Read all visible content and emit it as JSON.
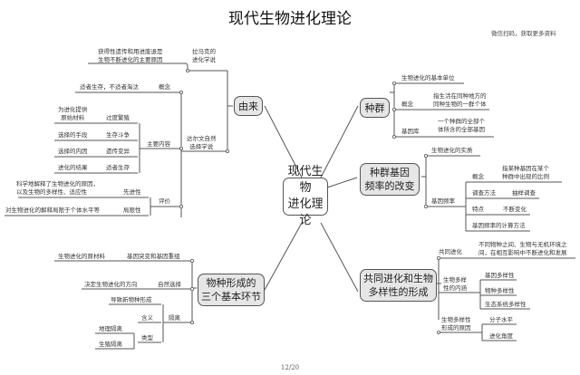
{
  "title": "现代生物进化理论",
  "note": "微信扫码，获取更多资料",
  "page_number": "12/20",
  "center": {
    "line1": "现代生物",
    "line2": "进化理论"
  },
  "origin": {
    "label": "由来",
    "lamarck": {
      "label1": "拉马克的",
      "label2": "进化学说",
      "desc1": "获得性遗传和用进废退是",
      "desc2": "生物不断进化的主要原因"
    },
    "darwin": {
      "label1": "达尔文自然",
      "label2": "选择学说",
      "concept": {
        "label": "概念",
        "desc": "适者生存，不适者淘汰"
      },
      "main_content": {
        "label": "主要内容",
        "items": [
          {
            "label": "过度繁殖",
            "desc1": "为进化提供",
            "desc2": "原始材料"
          },
          {
            "label": "生存斗争",
            "desc1": "选择的手段",
            "desc2": ""
          },
          {
            "label": "遗传变异",
            "desc1": "选择的内因",
            "desc2": ""
          },
          {
            "label": "适者生存",
            "desc1": "进化的结果",
            "desc2": ""
          }
        ]
      },
      "evaluation": {
        "label": "评价",
        "progressive": {
          "label": "先进性",
          "desc1": "科学地解释了生物进化的原因，",
          "desc2": "以及生物的多样性、适应性"
        },
        "limitation": {
          "label": "局限性",
          "desc": "对生物进化的解释局限于个体水平等"
        }
      }
    }
  },
  "population": {
    "label": "种群",
    "unit": "生物进化的基本单位",
    "concept": {
      "label": "概念",
      "desc1": "指生活在同种地方的",
      "desc2": "同种生物的一群个体"
    },
    "gene_pool": {
      "label": "基因库",
      "desc1": "一个种群的全部个",
      "desc2": "体所含的全部基因"
    }
  },
  "gene_freq": {
    "line1": "种群基因",
    "line2": "频率的改变",
    "essence": "生物进化的实质",
    "freq": {
      "label": "基因频率",
      "concept": {
        "label": "概念",
        "desc1": "指某种基因在某个",
        "desc2": "种群中出现的比例"
      },
      "survey": {
        "label": "调查方法",
        "desc": "抽样调查"
      },
      "feature": {
        "label": "特点",
        "desc": "不断变化"
      },
      "calc": "基因频率的计算方法"
    }
  },
  "speciation": {
    "line1": "物种形成的",
    "line2": "三个基本环节",
    "mutation": {
      "label": "基因突变和基因重组",
      "desc": "生物进化的原材料"
    },
    "selection": {
      "label": "自然选择",
      "desc": "决定生物进化的方向"
    },
    "isolation": {
      "label": "隔离",
      "result": "导致新物种形成",
      "meaning": "含义",
      "types": {
        "label": "类型",
        "items": [
          "地理隔离",
          "生殖隔离"
        ]
      }
    }
  },
  "coevolution": {
    "line1": "共同进化和生物",
    "line2": "多样性的形成",
    "co": {
      "label": "共同进化",
      "desc1": "不同物种之间、生物与无机环境之",
      "desc2": "间，在相互影响中不断进化和发展"
    },
    "diversity": {
      "label1": "生物多样",
      "label2": "性的内涵",
      "items": [
        "基因多样性",
        "物种多样性",
        "生态系统多样性"
      ]
    },
    "cause": {
      "label1": "生物多样性",
      "label2": "形成的原因",
      "items": [
        "分子水平",
        "进化角度"
      ]
    }
  }
}
